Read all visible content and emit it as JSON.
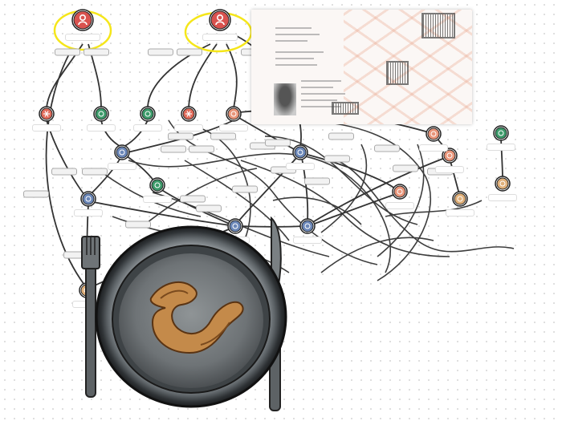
{
  "diagram": {
    "nodes": [
      {
        "id": "top-left-person",
        "kind": "person",
        "color": "#d9534f",
        "icon": "person-icon",
        "label": ""
      },
      {
        "id": "top-center-person",
        "kind": "person",
        "color": "#d9534f",
        "icon": "person-icon",
        "label": ""
      },
      {
        "id": "n-red-asterisk-1",
        "kind": "asterisk",
        "color": "#e06b5a",
        "icon": "asterisk-icon",
        "label": ""
      },
      {
        "id": "n-green-1",
        "kind": "entity",
        "color": "#3c9a6a",
        "icon": "circle-icon",
        "label": ""
      },
      {
        "id": "n-green-2",
        "kind": "entity",
        "color": "#3c9a6a",
        "icon": "circle-icon",
        "label": ""
      },
      {
        "id": "n-red-asterisk-2",
        "kind": "asterisk",
        "color": "#e06b5a",
        "icon": "asterisk-icon",
        "label": ""
      },
      {
        "id": "n-orange-1",
        "kind": "entity",
        "color": "#e8957a",
        "icon": "circle-icon",
        "label": ""
      },
      {
        "id": "n-blue-1",
        "kind": "entity",
        "color": "#6b87b8",
        "icon": "circle-icon",
        "label": ""
      },
      {
        "id": "n-blue-2",
        "kind": "entity",
        "color": "#6b87b8",
        "icon": "circle-icon",
        "label": ""
      },
      {
        "id": "n-green-3",
        "kind": "entity",
        "color": "#3c9a6a",
        "icon": "circle-icon",
        "label": ""
      },
      {
        "id": "n-blue-3",
        "kind": "entity",
        "color": "#6b87b8",
        "icon": "circle-icon",
        "label": ""
      },
      {
        "id": "n-blue-4",
        "kind": "entity",
        "color": "#6b87b8",
        "icon": "circle-icon",
        "label": ""
      },
      {
        "id": "n-blue-5",
        "kind": "entity",
        "color": "#6b87b8",
        "icon": "circle-icon",
        "label": ""
      },
      {
        "id": "n-salmon-1",
        "kind": "entity",
        "color": "#e8957a",
        "icon": "circle-icon",
        "label": ""
      },
      {
        "id": "n-salmon-2",
        "kind": "entity",
        "color": "#e8957a",
        "icon": "circle-icon",
        "label": ""
      },
      {
        "id": "n-salmon-3",
        "kind": "entity",
        "color": "#e8957a",
        "icon": "circle-icon",
        "label": ""
      },
      {
        "id": "n-green-4",
        "kind": "entity",
        "color": "#3c9a6a",
        "icon": "circle-icon",
        "label": ""
      },
      {
        "id": "n-tan-1",
        "kind": "entity",
        "color": "#e0b07a",
        "icon": "circle-icon",
        "label": ""
      },
      {
        "id": "n-tan-2",
        "kind": "entity",
        "color": "#e0b07a",
        "icon": "circle-icon",
        "label": ""
      },
      {
        "id": "n-tan-3",
        "kind": "entity",
        "color": "#e0b07a",
        "icon": "circle-icon",
        "label": ""
      }
    ],
    "highlight_color": "#f5e61a"
  }
}
